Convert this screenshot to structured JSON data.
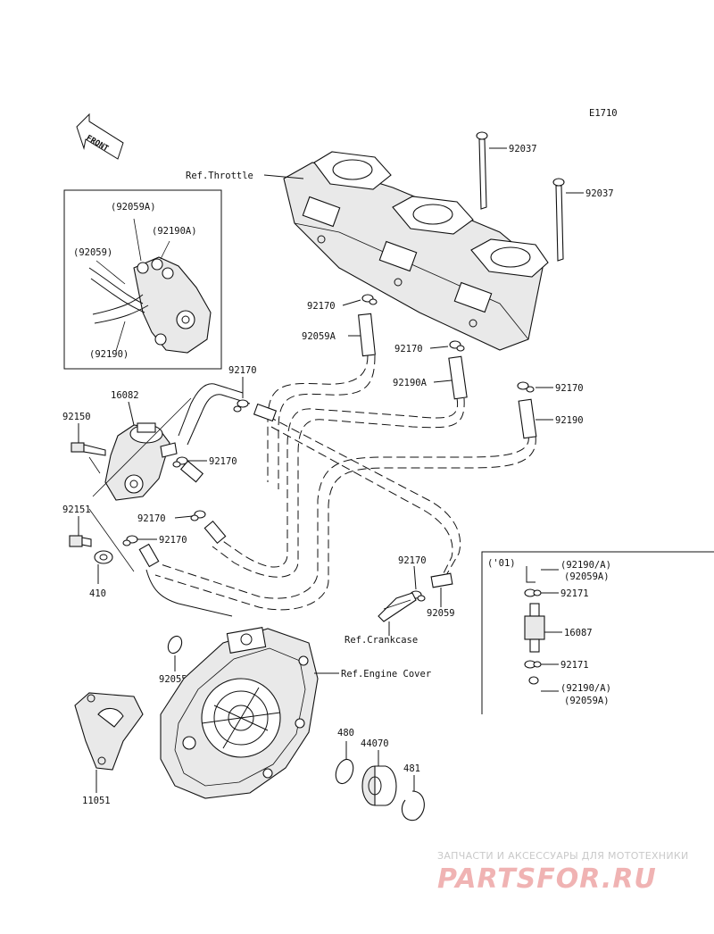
{
  "diagram_code": "E1710",
  "front_label": "FRONT",
  "inset_main": {
    "labels": [
      "(92059A)",
      "(92190A)",
      "(92059)",
      "(92190)"
    ]
  },
  "inset_01": {
    "header": "('01)",
    "labels": [
      "(92190/A)",
      "(92059A)",
      "92171",
      "16087",
      "92171",
      "(92190/A)",
      "(92059A)"
    ]
  },
  "refs": {
    "throttle": "Ref.Throttle",
    "crankcase": "Ref.Crankcase",
    "engine_cover": "Ref.Engine Cover"
  },
  "parts": {
    "p92037a": "92037",
    "p92037b": "92037",
    "p92170a": "92170",
    "p92059A": "92059A",
    "p92170b": "92170",
    "p92190A": "92190A",
    "p92170c": "92170",
    "p92190": "92190",
    "p92170d": "92170",
    "p16082": "16082",
    "p92150": "92150",
    "p92170e": "92170",
    "p92151": "92151",
    "p92170f": "92170",
    "p92170g": "92170",
    "p410": "410",
    "p92170h": "92170",
    "p92059": "92059",
    "p92055": "92055",
    "p480": "480",
    "p44070": "44070",
    "p481": "481",
    "p11051": "11051"
  },
  "watermark": {
    "tagline": "ЗАПЧАСТИ И АКСЕССУАРЫ ДЛЯ МОТОТЕХНИКИ",
    "logo": "PARTSFOR.RU"
  }
}
